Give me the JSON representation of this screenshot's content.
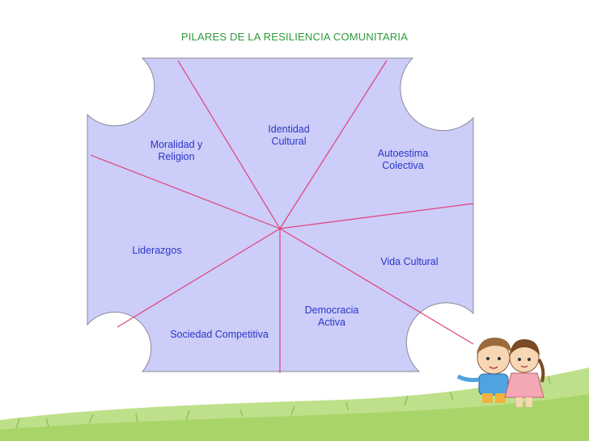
{
  "title": "PILARES DE LA RESILIENCIA COMUNITARIA",
  "colors": {
    "panel_fill": "#cccdf8",
    "panel_stroke": "#8a8a9a",
    "spoke_color": "#e0407a",
    "label_color": "#2b37c8",
    "title_color": "#2e9a3a",
    "grass": "#a9d46a"
  },
  "pillars": [
    {
      "id": "identidad",
      "text": "Identidad\nCultural"
    },
    {
      "id": "moralidad",
      "text": "Moralidad y\nReligion"
    },
    {
      "id": "autoestima",
      "text": "Autoestima\nColectiva"
    },
    {
      "id": "liderazgos",
      "text": "Liderazgos"
    },
    {
      "id": "vida",
      "text": "Vida Cultural"
    },
    {
      "id": "democracia",
      "text": "Democracia\nActiva"
    },
    {
      "id": "sociedad",
      "text": "Sociedad Competitiva"
    }
  ],
  "decoration": {
    "kids_illustration": "two-children-holding-hands"
  }
}
